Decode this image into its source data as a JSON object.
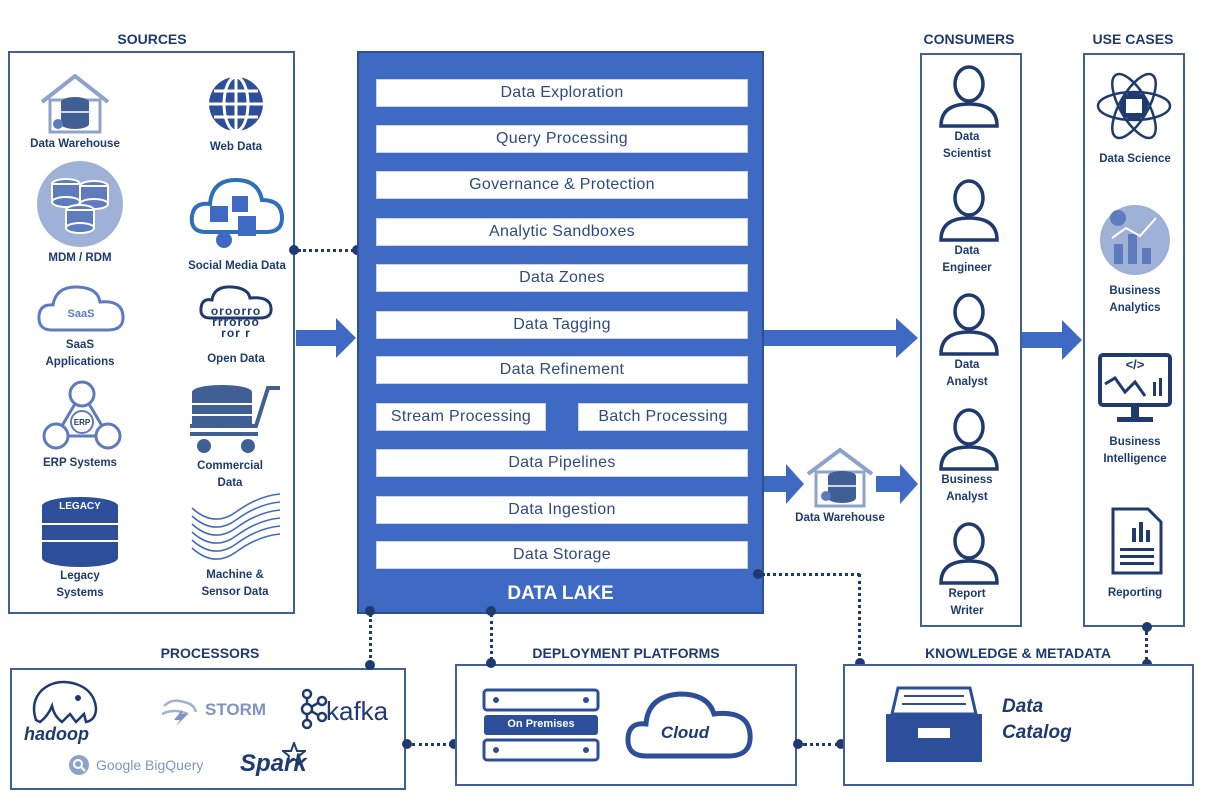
{
  "headers": {
    "sources": "SOURCES",
    "consumers": "CONSUMERS",
    "use_cases": "USE CASES",
    "processors": "PROCESSORS",
    "deployment": "DEPLOYMENT PLATFORMS",
    "knowledge": "KNOWLEDGE & METADATA"
  },
  "sources": {
    "data_warehouse": "Data Warehouse",
    "web_data": "Web Data",
    "mdm_rdm": "MDM / RDM",
    "social_media": "Social Media Data",
    "saas_icon": "SaaS",
    "saas": "SaaS\nApplications",
    "open_data_icon": "oroorro\nrrroroo\nror r",
    "open_data": "Open Data",
    "erp_icon": "ERP",
    "erp": "ERP Systems",
    "commercial": "Commercial\nData",
    "legacy_icon": "LEGACY",
    "legacy": "Legacy\nSystems",
    "machine": "Machine &\nSensor Data"
  },
  "lake": {
    "title": "DATA LAKE",
    "layers": {
      "exploration": "Data Exploration",
      "query": "Query Processing",
      "governance": "Governance & Protection",
      "sandboxes": "Analytic Sandboxes",
      "zones": "Data Zones",
      "tagging": "Data Tagging",
      "refinement": "Data Refinement",
      "stream": "Stream Processing",
      "batch": "Batch Processing",
      "pipelines": "Data Pipelines",
      "ingestion": "Data Ingestion",
      "storage": "Data Storage"
    }
  },
  "middle": {
    "data_warehouse": "Data Warehouse"
  },
  "consumers": {
    "scientist": "Data\nScientist",
    "engineer": "Data\nEngineer",
    "analyst": "Data\nAnalyst",
    "business_analyst": "Business\nAnalyst",
    "report_writer": "Report\nWriter"
  },
  "use_cases": {
    "data_science": "Data Science",
    "business_analytics": "Business\nAnalytics",
    "business_intelligence": "Business\nIntelligence",
    "reporting": "Reporting",
    "code_icon": "</>"
  },
  "processors": {
    "hadoop": "hadoop",
    "storm": "STORM",
    "kafka": "kafka",
    "bigquery": "Google BigQuery",
    "spark": "Spark"
  },
  "deployment": {
    "on_premises": "On Premises",
    "cloud": "Cloud"
  },
  "knowledge": {
    "catalog": "Data\nCatalog"
  },
  "colors": {
    "lake_blue": "#3f6ac4",
    "navy": "#1f3a6e",
    "arrow_blue": "#3f6ac4",
    "icon_light": "#9fb1d6"
  }
}
